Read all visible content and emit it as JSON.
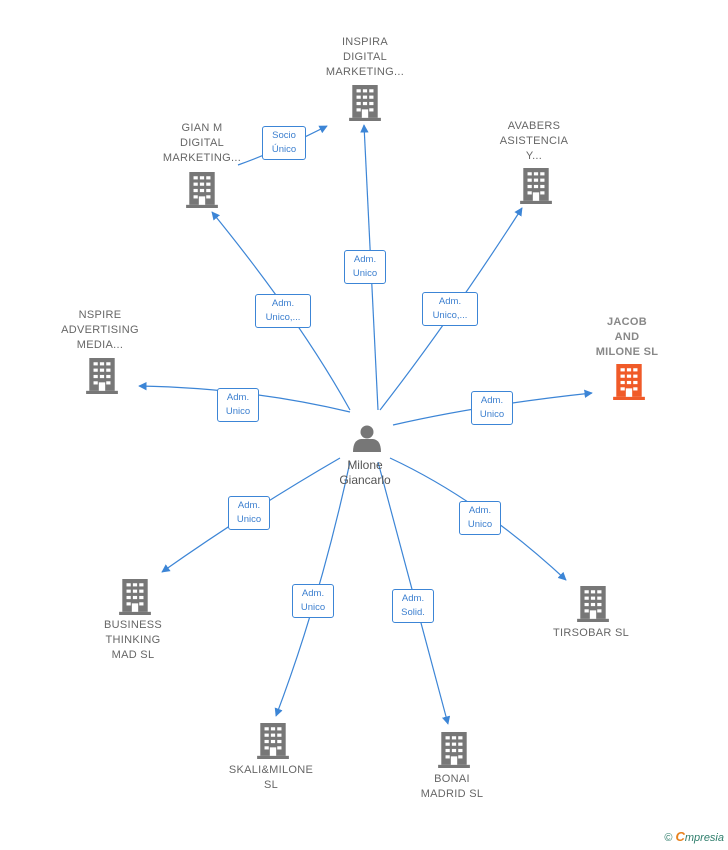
{
  "colors": {
    "edge": "#3c85d6",
    "building": "#777777",
    "building_highlight": "#f05a28",
    "person": "#777777"
  },
  "center": {
    "name": "Milone\nGiancarlo",
    "icon": "person-icon"
  },
  "nodes": [
    {
      "id": "inspira",
      "label": "INSPIRA\nDIGITAL\nMARKETING...",
      "role": "Adm.\nUnico",
      "highlight": false
    },
    {
      "id": "gianm",
      "label": "GIAN M\nDIGITAL\nMARKETING...",
      "role": "Adm.\nUnico,...",
      "highlight": false
    },
    {
      "id": "avabers",
      "label": "AVABERS\nASISTENCIA\nY...",
      "role": "Adm.\nUnico,...",
      "highlight": false
    },
    {
      "id": "nspire",
      "label": "NSPIRE\nADVERTISING\nMEDIA...",
      "role": "Adm.\nUnico",
      "highlight": false
    },
    {
      "id": "jacob",
      "label": "JACOB\nAND\nMILONE  SL",
      "role": "Adm.\nUnico",
      "highlight": true
    },
    {
      "id": "business",
      "label": "BUSINESS\nTHINKING\nMAD  SL",
      "role": "Adm.\nUnico",
      "highlight": false
    },
    {
      "id": "tirsobar",
      "label": "TIRSOBAR  SL",
      "role": "Adm.\nUnico",
      "highlight": false
    },
    {
      "id": "skali",
      "label": "SKALI&MILONE\nSL",
      "role": "Adm.\nUnico",
      "highlight": false
    },
    {
      "id": "bonai",
      "label": "BONAI\nMADRID  SL",
      "role": "Adm.\nSolid.",
      "highlight": false
    }
  ],
  "links": [
    {
      "id": "gianm-inspira",
      "role": "Socio\nÚnico"
    }
  ],
  "brand": {
    "symbol": "©",
    "e": "C",
    "rest": "mpresia"
  }
}
